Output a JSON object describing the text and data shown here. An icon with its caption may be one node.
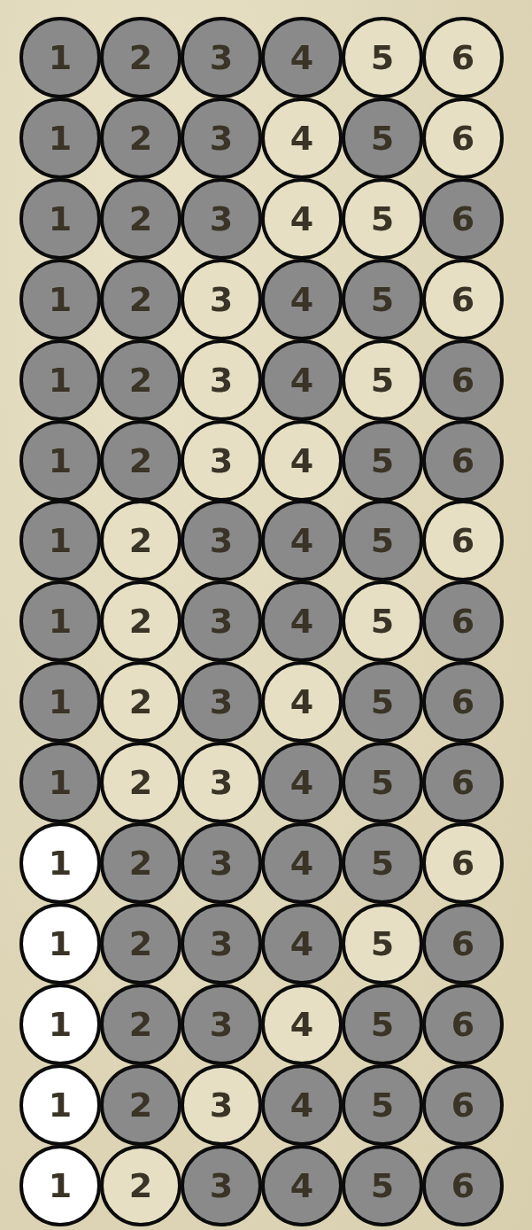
{
  "diagram": {
    "nodes": [
      {
        "text": [
          "1"
        ]
      },
      {
        "text": [
          "2"
        ]
      },
      {
        "text": [
          "3"
        ]
      },
      {
        "text": [
          "4"
        ]
      },
      {
        "text": [
          "5"
        ]
      },
      {
        "text": [
          "6"
        ]
      },
      {
        "text": [
          "1"
        ]
      },
      {
        "text": [
          "2"
        ]
      },
      {
        "text": [
          "3"
        ]
      },
      {
        "text": [
          "4"
        ]
      },
      {
        "text": [
          "5"
        ]
      },
      {
        "text": [
          "6"
        ]
      },
      {
        "text": [
          "1"
        ]
      },
      {
        "text": [
          "2"
        ]
      },
      {
        "text": [
          "3"
        ]
      },
      {
        "text": [
          "4"
        ]
      },
      {
        "text": [
          "5"
        ]
      },
      {
        "text": [
          "6"
        ]
      },
      {
        "text": [
          "1"
        ]
      },
      {
        "text": [
          "2"
        ]
      },
      {
        "text": [
          "3"
        ]
      },
      {
        "text": [
          "4"
        ]
      },
      {
        "text": [
          "5"
        ]
      },
      {
        "text": [
          "6"
        ]
      },
      {
        "text": [
          "1"
        ]
      },
      {
        "text": [
          "2"
        ]
      },
      {
        "text": [
          "3"
        ]
      },
      {
        "text": [
          "4"
        ]
      },
      {
        "text": [
          "5"
        ]
      },
      {
        "text": [
          "6"
        ]
      },
      {
        "text": [
          "1"
        ]
      },
      {
        "text": [
          "2"
        ]
      },
      {
        "text": [
          "3"
        ]
      },
      {
        "text": [
          "4"
        ]
      },
      {
        "text": [
          "5"
        ]
      },
      {
        "text": [
          "6"
        ]
      },
      {
        "text": [
          "1"
        ]
      },
      {
        "text": [
          "2"
        ]
      },
      {
        "text": [
          "3"
        ]
      },
      {
        "text": [
          "4"
        ]
      },
      {
        "text": [
          "5"
        ]
      },
      {
        "text": [
          "6"
        ]
      },
      {
        "text": [
          "1"
        ]
      },
      {
        "text": [
          "2"
        ]
      },
      {
        "text": [
          "3"
        ]
      },
      {
        "text": [
          "4"
        ]
      },
      {
        "text": [
          "5"
        ]
      },
      {
        "text": [
          "6"
        ]
      },
      {
        "text": [
          "1"
        ]
      },
      {
        "text": [
          "2"
        ]
      },
      {
        "text": [
          "3"
        ]
      },
      {
        "text": [
          "4"
        ]
      },
      {
        "text": [
          "5"
        ]
      },
      {
        "text": [
          "6"
        ]
      },
      {
        "text": [
          "1"
        ]
      },
      {
        "text": [
          "2"
        ]
      },
      {
        "text": [
          "3"
        ]
      },
      {
        "text": [
          "4"
        ]
      },
      {
        "text": [
          "5"
        ]
      },
      {
        "text": [
          "6"
        ]
      },
      {
        "text": [
          "1"
        ]
      },
      {
        "text": [
          "2"
        ]
      },
      {
        "text": [
          "3"
        ]
      },
      {
        "text": [
          "4"
        ]
      },
      {
        "text": [
          "5"
        ]
      },
      {
        "text": [
          "6"
        ]
      },
      {
        "text": [
          "1"
        ]
      },
      {
        "text": [
          "2"
        ]
      },
      {
        "text": [
          "3"
        ]
      },
      {
        "text": [
          "4"
        ]
      },
      {
        "text": [
          "5"
        ]
      },
      {
        "text": [
          "6"
        ]
      },
      {
        "text": [
          "1"
        ]
      },
      {
        "text": [
          "2"
        ]
      },
      {
        "text": [
          "3"
        ]
      },
      {
        "text": [
          "4"
        ]
      },
      {
        "text": [
          "5"
        ]
      },
      {
        "text": [
          "6"
        ]
      },
      {
        "text": [
          "1"
        ]
      },
      {
        "text": [
          "2"
        ]
      },
      {
        "text": [
          "3"
        ]
      },
      {
        "text": [
          "4"
        ]
      },
      {
        "text": [
          "5"
        ]
      },
      {
        "text": [
          "6"
        ]
      },
      {
        "text": [
          "1"
        ]
      },
      {
        "text": [
          "2"
        ]
      },
      {
        "text": [
          "3"
        ]
      },
      {
        "text": [
          "4"
        ]
      },
      {
        "text": [
          "5"
        ]
      },
      {
        "text": [
          "6"
        ]
      }
    ]
  }
}
